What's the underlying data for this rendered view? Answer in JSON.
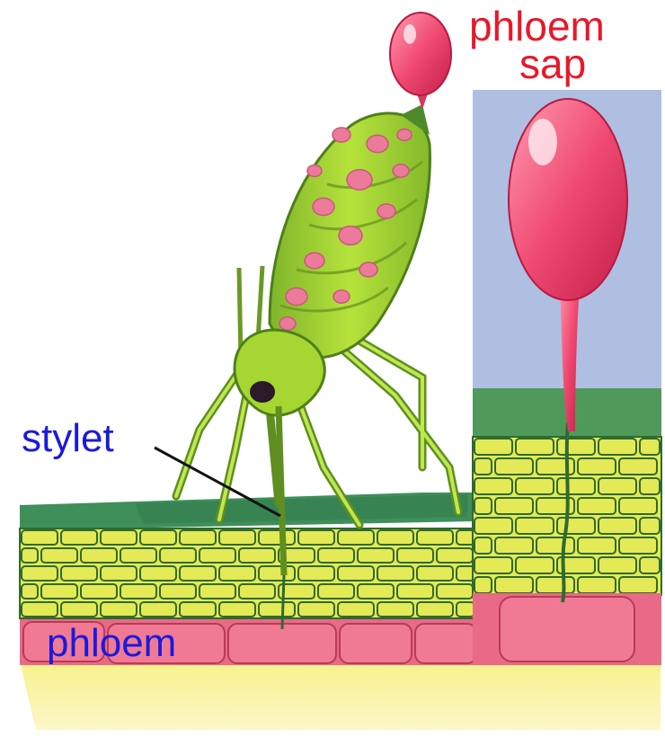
{
  "labels": {
    "phloem_sap_line1": "phloem",
    "phloem_sap_line2": "sap",
    "stylet": "stylet",
    "phloem": "phloem"
  },
  "colors": {
    "label_red": "#e8182a",
    "label_blue": "#1a1adc",
    "aphid_green": "#a6d631",
    "aphid_spots": "#ec7a9a",
    "leaf_cells": "#e4ea55",
    "leaf_top": "#3f8f5a",
    "phloem_pink": "#e86a86",
    "sap_droplet": "#f04a72",
    "inset_sky": "#b9c8e6",
    "ground_yellow": "#f4ee7a"
  },
  "icons": [
    "aphid-illustration",
    "sap-droplet",
    "stylet-pointer"
  ]
}
